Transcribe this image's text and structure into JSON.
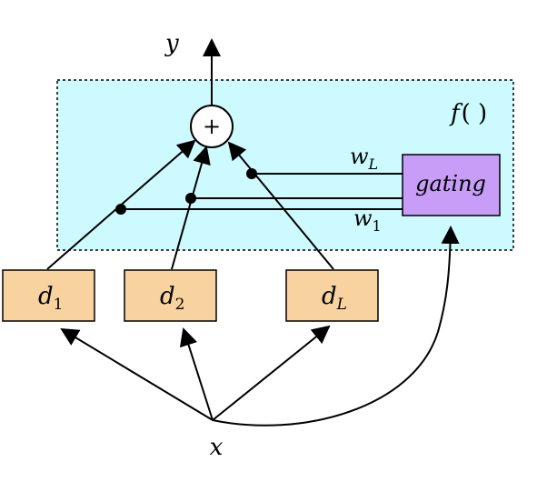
{
  "diagram": {
    "function_label": {
      "name": "f",
      "parens": "( )"
    },
    "output_label": "y",
    "input_label": "x",
    "sum_symbol": "+",
    "gating_label": "gating",
    "weight_top": {
      "base": "w",
      "sub": "L"
    },
    "weight_bottom": {
      "base": "w",
      "sub": "1"
    },
    "experts": [
      {
        "base": "d",
        "sub": "1"
      },
      {
        "base": "d",
        "sub": "2"
      },
      {
        "base": "d",
        "sub": "L"
      }
    ],
    "colors": {
      "container_fill": "#ccfafe",
      "expert_fill": "#f8d3a0",
      "gating_fill": "#c79df7",
      "stroke": "#000000"
    }
  }
}
